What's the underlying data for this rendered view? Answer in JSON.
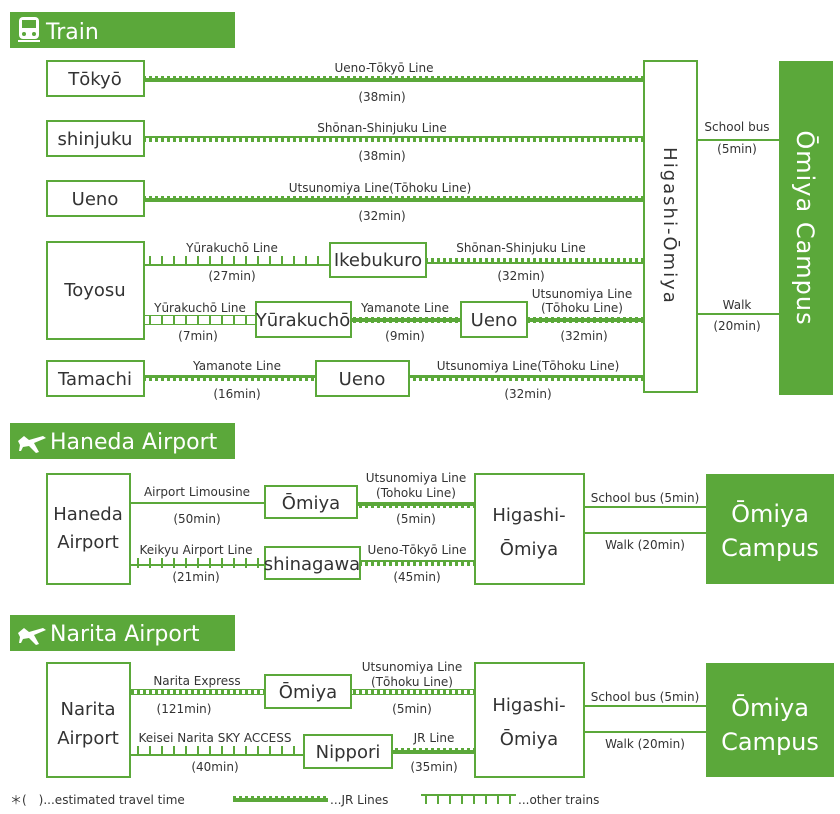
{
  "colors": {
    "green": "#5ba83a",
    "text": "#333333",
    "white": "#ffffff"
  },
  "sections": {
    "train": {
      "title": "Train",
      "icon": "train-icon"
    },
    "haneda": {
      "title": "Haneda Airport",
      "icon": "airplane-icon"
    },
    "narita": {
      "title": "Narita Airport",
      "icon": "airplane-icon"
    }
  },
  "stations": {
    "tokyo": "Tōkyō",
    "shinjuku": "shinjuku",
    "ueno": "Ueno",
    "toyosu": "Toyosu",
    "ikebukuro": "Ikebukuro",
    "yurakucho": "Yūrakuchō",
    "ueno2": "Ueno",
    "tamachi": "Tamachi",
    "ueno3": "Ueno",
    "higashi_omiya_train": "Higashi-Ōmiya",
    "omiya_campus_train": "Ōmiya Campus",
    "haneda_1": "Haneda",
    "haneda_2": "Airport",
    "omiya_h": "Ōmiya",
    "shinagawa": "shinagawa",
    "higashi_h1": "Higashi-",
    "higashi_h2": "Ōmiya",
    "campus_h1": "Ōmiya",
    "campus_h2": "Campus",
    "narita_1": "Narita",
    "narita_2": "Airport",
    "omiya_n": "Ōmiya",
    "nippori": "Nippori",
    "higashi_n1": "Higashi-",
    "higashi_n2": "Ōmiya",
    "campus_n1": "Ōmiya",
    "campus_n2": "Campus"
  },
  "labels": {
    "ueno_tokyo_line": "Ueno-Tōkyō Line",
    "t38a": "(38min)",
    "shonan_shinjuku_line": "Shōnan-Shinjuku Line",
    "t38b": "(38min)",
    "utsunomiya_line_1": "Utsunomiya Line(Tōhoku Line)",
    "t32a": "(32min)",
    "yurakucho_line_1": "Yūrakuchō Line",
    "t27": "(27min)",
    "shonan_shinjuku_line_2": "Shōnan-Shinjuku Line",
    "t32b": "(32min)",
    "yurakucho_line_2": "Yūrakuchō Line",
    "t7": "(7min)",
    "yamanote_line_1": "Yamanote Line",
    "t9": "(9min)",
    "utsunomiya_line_2a": "Utsunomiya Line",
    "utsunomiya_line_2b": "(Tōhoku Line)",
    "t32c": "(32min)",
    "yamanote_line_2": "Yamanote Line",
    "t16": "(16min)",
    "utsunomiya_line_3": "Utsunomiya Line(Tōhoku Line)",
    "t32d": "(32min)",
    "school_bus_1": "School bus",
    "t5a": "(5min)",
    "walk_1": "Walk",
    "t20a": "(20min)",
    "airport_limousine": "Airport Limousine",
    "t50": "(50min)",
    "utsunomiya_h_a": "Utsunomiya Line",
    "utsunomiya_h_b": "(Tohoku Line)",
    "t5b": "(5min)",
    "keikyu_airport_line": "Keikyu Airport Line",
    "t21": "(21min)",
    "ueno_tokyo_line_h": "Ueno-Tōkyō Line",
    "t45": "(45min)",
    "school_bus_h": "School bus (5min)",
    "walk_h": "Walk (20min)",
    "narita_express": "Narita Express",
    "t121": "(121min)",
    "utsunomiya_n_a": "Utsunomiya Line",
    "utsunomiya_n_b": "(Tōhoku Line)",
    "t5c": "(5min)",
    "keisei_line": "Keisei Narita SKY ACCESS",
    "t40": "(40min)",
    "jr_line": "JR Line",
    "t35": "(35min)",
    "school_bus_n": "School bus (5min)",
    "walk_n": "Walk (20min)"
  },
  "legend": {
    "note": "＊(　)...estimated travel time",
    "jr": "...JR Lines",
    "other": "...other trains"
  }
}
